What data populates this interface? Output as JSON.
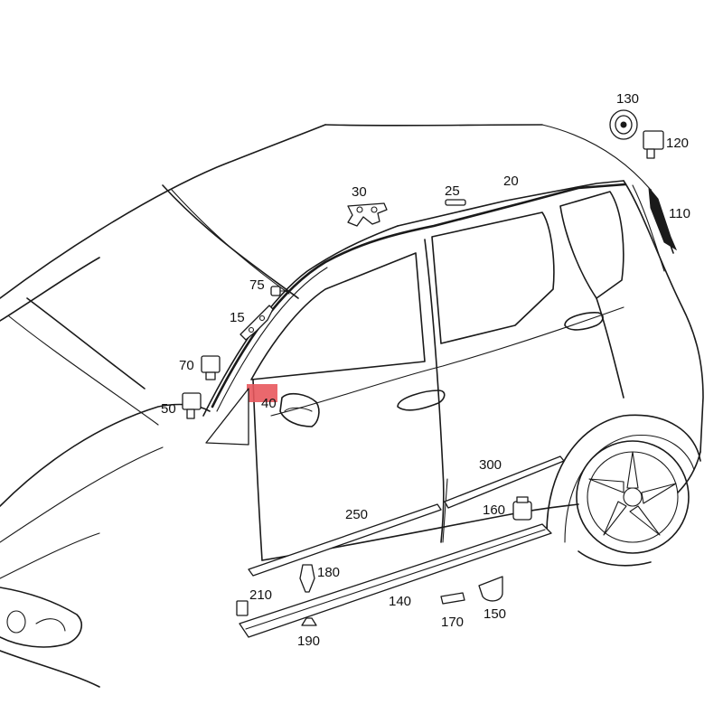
{
  "callouts": {
    "p130": "130",
    "p120": "120",
    "p110": "110",
    "p20": "20",
    "p25": "25",
    "p30": "30",
    "p75": "75",
    "p15": "15",
    "p70": "70",
    "p50": "50",
    "p40": "40",
    "p300": "300",
    "p250": "250",
    "p160": "160",
    "p180": "180",
    "p210": "210",
    "p140": "140",
    "p170": "170",
    "p150": "150",
    "p190": "190"
  },
  "colors": {
    "highlight": "#e8585d",
    "line": "#1a1a1a",
    "background": "#ffffff"
  }
}
